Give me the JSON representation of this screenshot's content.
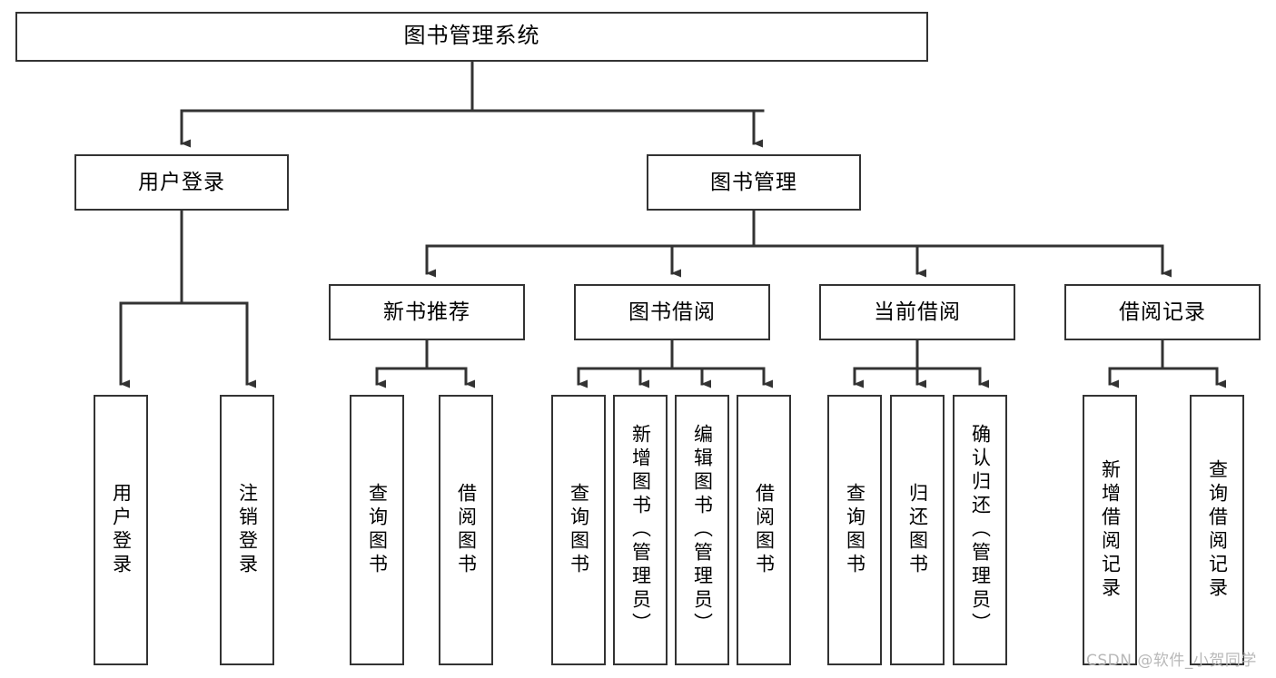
{
  "diagram": {
    "title": "图书管理系统",
    "watermark": "CSDN @软件_小贺同学",
    "line_color": "#333333",
    "box_fill": "#ffffff",
    "text_color": "#000000",
    "watermark_color": "#b8b8b8",
    "nodes": {
      "root": {
        "label": "图书管理系统"
      },
      "level2": [
        {
          "id": "user-login",
          "label": "用户登录"
        },
        {
          "id": "book-manage",
          "label": "图书管理"
        }
      ],
      "level3": [
        {
          "id": "new-book-recommend",
          "label": "新书推荐"
        },
        {
          "id": "book-borrow",
          "label": "图书借阅"
        },
        {
          "id": "current-borrow",
          "label": "当前借阅"
        },
        {
          "id": "borrow-record",
          "label": "借阅记录"
        }
      ],
      "leaves": {
        "user-login": [
          {
            "id": "leaf-user-login",
            "label": "用户登录"
          },
          {
            "id": "leaf-logout-login",
            "label": "注销登录"
          }
        ],
        "new-book-recommend": [
          {
            "id": "leaf-query-book-1",
            "label": "查询图书"
          },
          {
            "id": "leaf-borrow-book-1",
            "label": "借阅图书"
          }
        ],
        "book-borrow": [
          {
            "id": "leaf-query-book-2",
            "label": "查询图书"
          },
          {
            "id": "leaf-add-book",
            "label": "新增图书（管理员）"
          },
          {
            "id": "leaf-edit-book",
            "label": "编辑图书（管理员）"
          },
          {
            "id": "leaf-borrow-book-2",
            "label": "借阅图书"
          }
        ],
        "current-borrow": [
          {
            "id": "leaf-query-book-3",
            "label": "查询图书"
          },
          {
            "id": "leaf-return-book",
            "label": "归还图书"
          },
          {
            "id": "leaf-confirm-return",
            "label": "确认归还（管理员）"
          }
        ],
        "borrow-record": [
          {
            "id": "leaf-add-record",
            "label": "新增借阅记录"
          },
          {
            "id": "leaf-query-record",
            "label": "查询借阅记录"
          }
        ]
      }
    }
  }
}
